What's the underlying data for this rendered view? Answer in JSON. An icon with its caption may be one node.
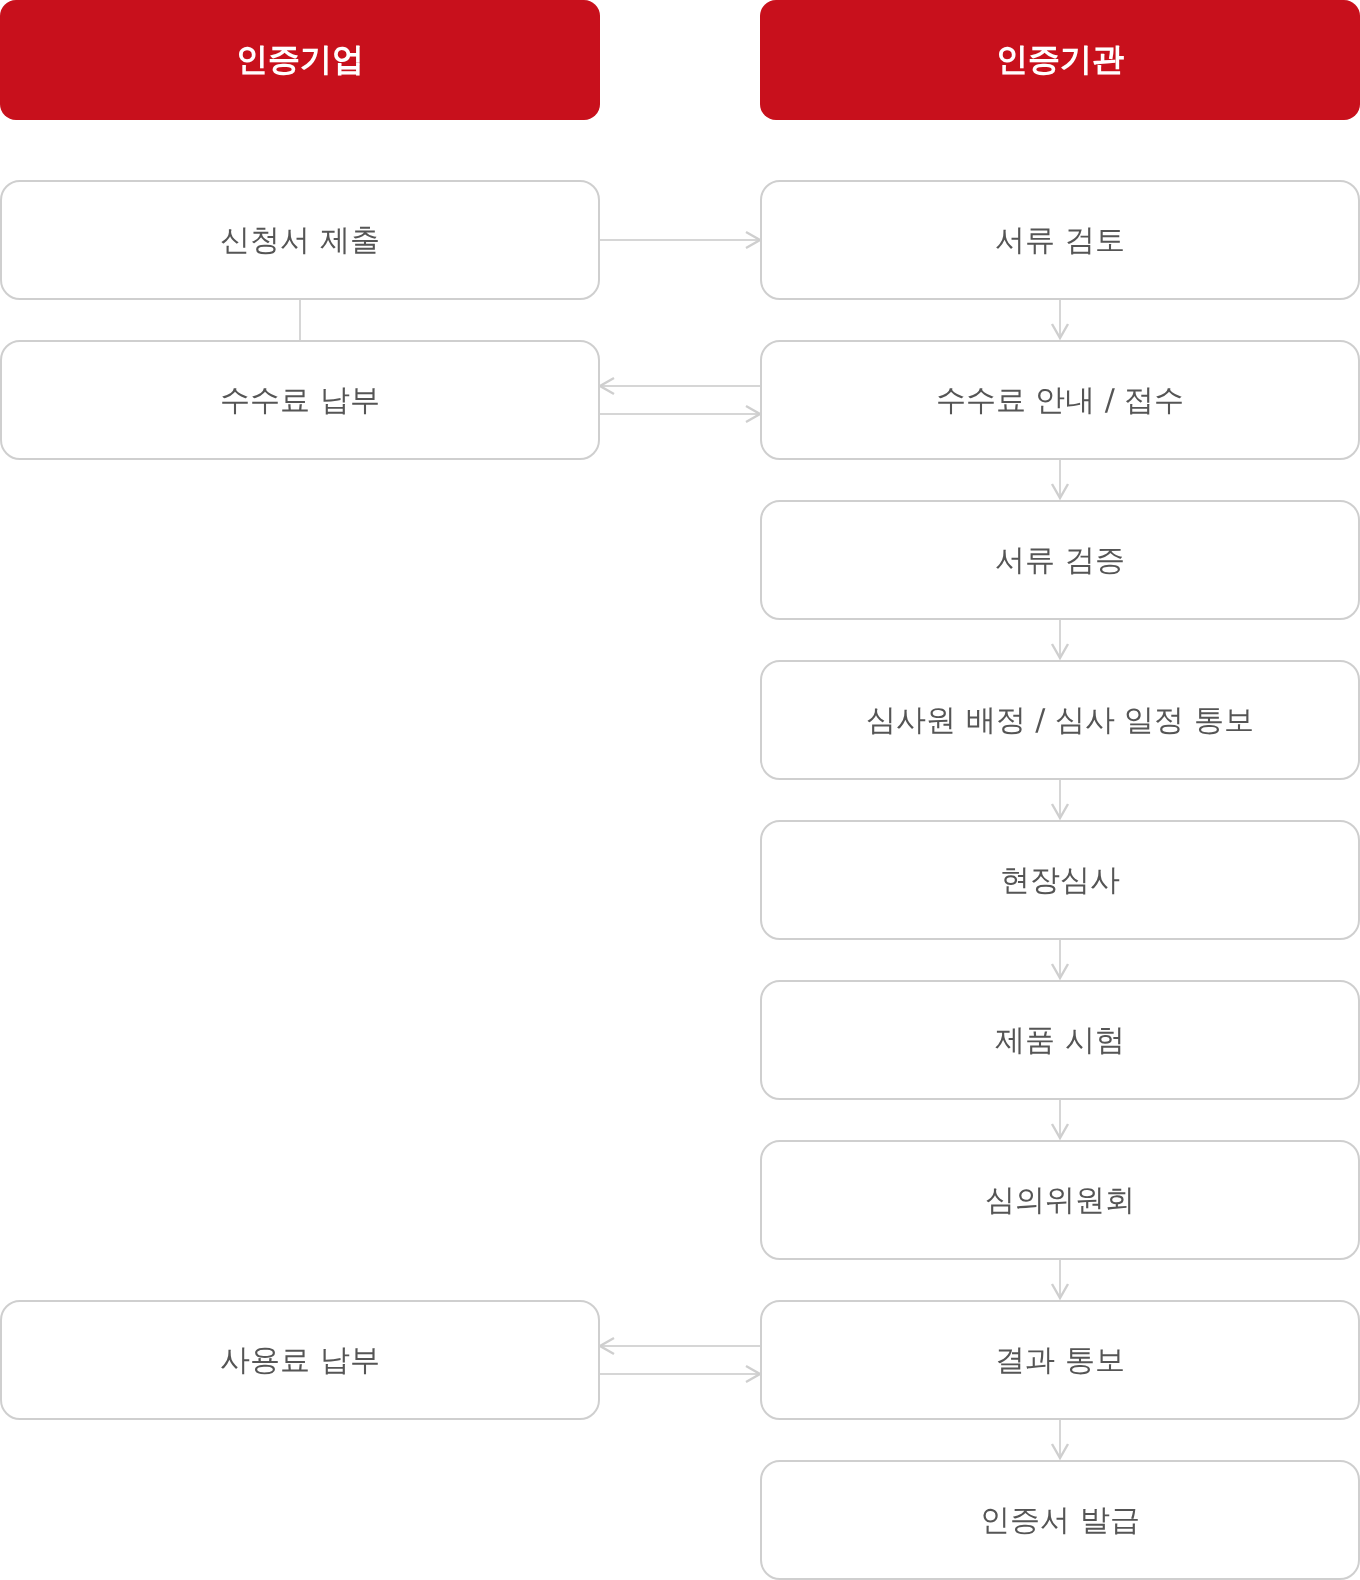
{
  "diagram": {
    "nodes": [
      {
        "text": [
          "인증기업"
        ]
      },
      {
        "text": [
          "인증기관"
        ]
      },
      {
        "text": [
          "신청서 제출"
        ]
      },
      {
        "text": [
          "서류 검토"
        ]
      },
      {
        "text": [
          "수수료 납부"
        ]
      },
      {
        "text": [
          "수수료 안내 / 접수"
        ]
      },
      {
        "text": [
          "서류 검증"
        ]
      },
      {
        "text": [
          "심사원 배정 / 심사 일정 통보"
        ]
      },
      {
        "text": [
          "현장심사"
        ]
      },
      {
        "text": [
          "제품 시험"
        ]
      },
      {
        "text": [
          "심의위원회"
        ]
      },
      {
        "text": [
          "사용료 납부"
        ]
      },
      {
        "text": [
          "결과 통보"
        ]
      },
      {
        "text": [
          "인증서 발급"
        ]
      }
    ],
    "edges": [
      {
        "from": 2,
        "to": 3,
        "arrow": "to"
      },
      {
        "from": 2,
        "to": 4,
        "arrow": "none"
      },
      {
        "from": 3,
        "to": 5,
        "arrow": "to"
      },
      {
        "from": 5,
        "to": 4,
        "arrow": "to"
      },
      {
        "from": 4,
        "to": 5,
        "arrow": "to"
      },
      {
        "from": 5,
        "to": 6,
        "arrow": "to"
      },
      {
        "from": 6,
        "to": 7,
        "arrow": "to"
      },
      {
        "from": 7,
        "to": 8,
        "arrow": "to"
      },
      {
        "from": 8,
        "to": 9,
        "arrow": "to"
      },
      {
        "from": 9,
        "to": 10,
        "arrow": "to"
      },
      {
        "from": 10,
        "to": 12,
        "arrow": "to"
      },
      {
        "from": 12,
        "to": 11,
        "arrow": "to"
      },
      {
        "from": 11,
        "to": 12,
        "arrow": "to"
      },
      {
        "from": 12,
        "to": 13,
        "arrow": "to"
      }
    ]
  }
}
